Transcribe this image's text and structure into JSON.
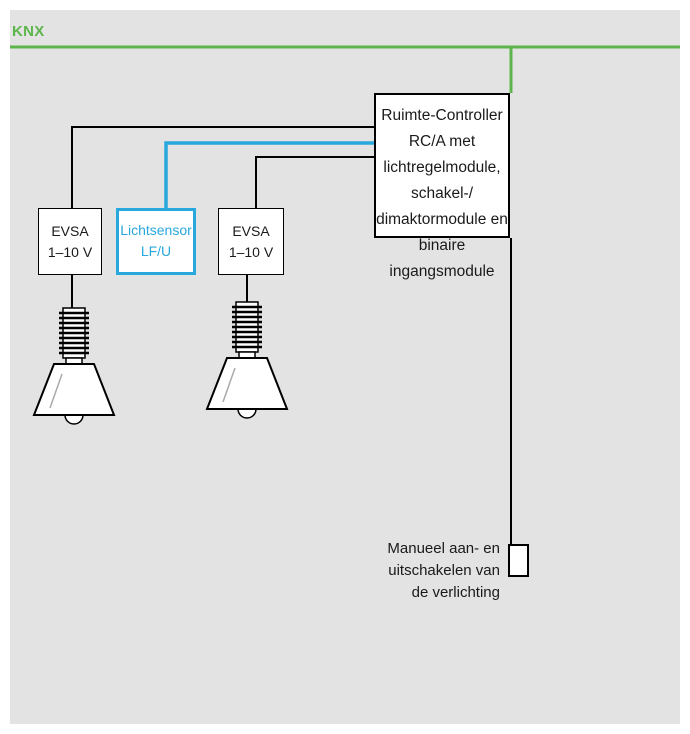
{
  "bus": {
    "label": "KNX"
  },
  "controller": {
    "lines": [
      "Ruimte-Controller RC/A met",
      "lichtregelmodule, schakel-/",
      "dimaktormodule en binaire",
      "ingangsmodule"
    ]
  },
  "ballast_1": {
    "lines": [
      "EVSA",
      "1–10 V"
    ]
  },
  "ballast_2": {
    "lines": [
      "EVSA",
      "1–10 V"
    ]
  },
  "sensor": {
    "lines": [
      "Lichtsensor",
      "LF/U"
    ]
  },
  "manual_switch": {
    "lines": [
      "Manueel aan- en",
      "uitschakelen van",
      "de verlichting"
    ]
  },
  "colors": {
    "background": "#e3e3e4",
    "bus": "#5cb54a",
    "sensor": "#29a8dd",
    "wire": "#000000"
  },
  "icons": [
    "luminaire-icon",
    "luminaire-icon",
    "switch-icon"
  ]
}
